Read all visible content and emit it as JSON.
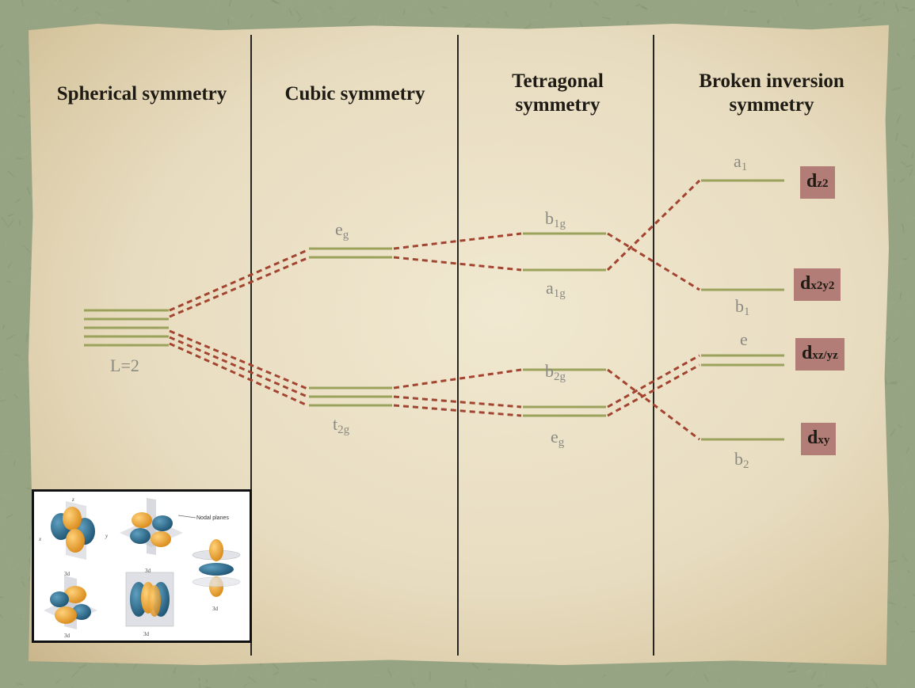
{
  "columns": [
    {
      "title": "Spherical symmetry"
    },
    {
      "title": "Cubic symmetry"
    },
    {
      "title": "Tetragonal\nsymmetry"
    },
    {
      "title": "Broken inversion\nsymmetry"
    }
  ],
  "levels": {
    "spherical": {
      "base": "L=2"
    },
    "cubic_eg": {
      "base": "e",
      "sub": "g"
    },
    "cubic_t2g": {
      "base": "t",
      "sub": "2g"
    },
    "tetra_b1g": {
      "base": "b",
      "sub": "1g"
    },
    "tetra_a1g": {
      "base": "a",
      "sub": "1g"
    },
    "tetra_b2g": {
      "base": "b",
      "sub": "2g"
    },
    "tetra_eg": {
      "base": "e",
      "sub": "g"
    },
    "broken_a1": {
      "base": "a",
      "sub": "1"
    },
    "broken_b1": {
      "base": "b",
      "sub": "1"
    },
    "broken_e": {
      "base": "e"
    },
    "broken_b2": {
      "base": "b",
      "sub": "2"
    }
  },
  "orbitals": {
    "dz2": {
      "base": "d",
      "sub": "z",
      "sup": "2"
    },
    "dx2y2": {
      "base": "d",
      "sub": "x",
      "sup": "2",
      "sub2": "y",
      "sup2": "2"
    },
    "dxzyz": {
      "base": "d",
      "sub": "xz/yz"
    },
    "dxy": {
      "base": "d",
      "sub": "xy"
    }
  },
  "inset": {
    "nodal_label": "Nodal planes",
    "orbital_labels": [
      "3d",
      "3d",
      "3d",
      "3d",
      "3d"
    ],
    "axis_labels": [
      "z",
      "x",
      "y"
    ]
  },
  "colors": {
    "level_line": "#9aa25c",
    "connector": "#a24430",
    "badge": "#b17d76",
    "divider": "#111111",
    "orbital_blue": "#2f6f93",
    "orbital_orange": "#eea532"
  }
}
